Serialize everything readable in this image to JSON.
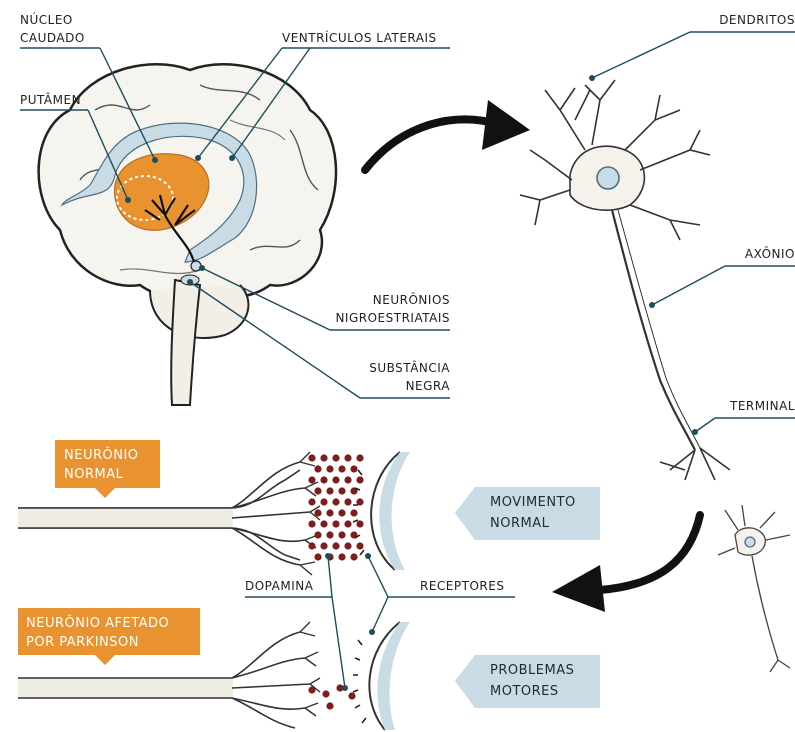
{
  "brain_labels": {
    "nucleo_line1": "NÚCLEO",
    "nucleo_line2": "CAUDADO",
    "putamen": "PUTÂMEN",
    "ventriculos": "VENTRÍCULOS LATERAIS",
    "neuronios_line1": "NEURÔNIOS",
    "neuronios_line2": "NIGROESTRIATAIS",
    "substancia_line1": "SUBSTÂNCIA",
    "substancia_line2": "NEGRA"
  },
  "neuron_labels": {
    "dendritos": "DENDRITOS",
    "axonio": "AXÔNIO",
    "terminal": "TERMINAL"
  },
  "comparison": {
    "normal_tag_line1": "NEURÔNIO",
    "normal_tag_line2": "NORMAL",
    "affected_tag_line1": "NEURÔNIO AFETADO",
    "affected_tag_line2": "POR PARKINSON",
    "dopamina": "DOPAMINA",
    "receptores": "RECEPTORES",
    "outcome_normal_line1": "MOVIMENTO",
    "outcome_normal_line2": "NORMAL",
    "outcome_affected_line1": "PROBLEMAS",
    "outcome_affected_line2": "MOTORES"
  },
  "colors": {
    "accent_orange": "#e8932f",
    "ventricle_blue": "#c9dce6",
    "leader_teal": "#1f4d5c",
    "dopamine_red": "#7a1e1e",
    "outcome_box": "#c9dce6"
  }
}
